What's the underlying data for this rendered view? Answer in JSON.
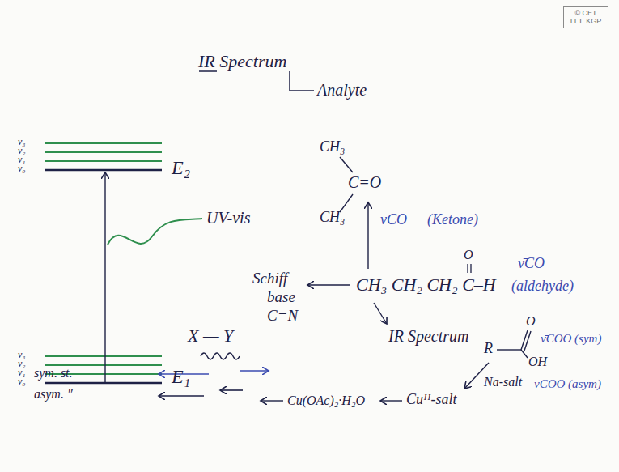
{
  "diagram": {
    "nodes": [
      {
        "text": [
          "© CET I.I.T. KGP"
        ]
      }
    ],
    "labels": [
      "IR Spectrum",
      "Analyte",
      "ν₃",
      "ν₂",
      "ν₁",
      "ν₀",
      "E₂",
      "ν₃",
      "ν₂",
      "ν₁",
      "ν₀",
      "E₁",
      "UV-vis",
      "CH₃",
      "C=O",
      "CH₃",
      "ν̄CO",
      "(Ketone)",
      "O",
      "CH₃ CH₂ CH₂ C–H",
      "ν̄CO",
      "(aldehyde)",
      "Schiff",
      "base",
      "C=N",
      "X — Y",
      "IR Spectrum",
      "R",
      "O",
      "OH",
      "ν̄COO (sym)",
      "Na-salt",
      "ν̄COO (asym)",
      "Cuᴵᴵ-salt",
      "Cu(OAc)₂·H₂O",
      "sym. st.",
      "asym. ″"
    ]
  }
}
